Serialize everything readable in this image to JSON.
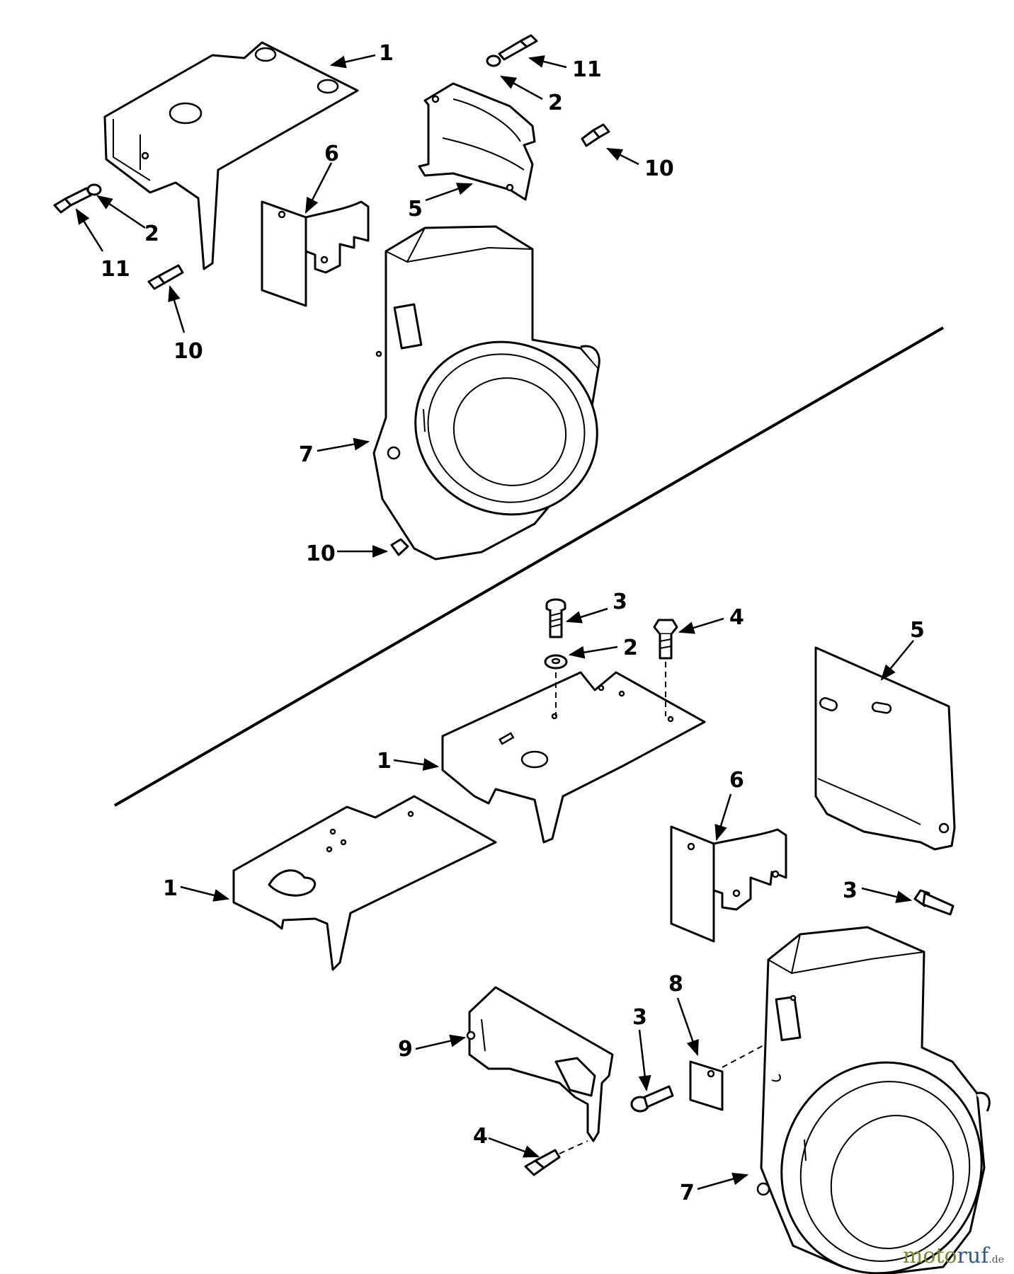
{
  "callouts": {
    "top": {
      "c1": "1",
      "c11a": "11",
      "c2a": "2",
      "c11b": "11",
      "c2b": "2",
      "c6": "6",
      "c10a": "10",
      "c5": "5",
      "c10b": "10",
      "c7": "7",
      "c10c": "10"
    },
    "bottom": {
      "c3a": "3",
      "c2": "2",
      "c4a": "4",
      "c5": "5",
      "c1a": "1",
      "c6": "6",
      "c1b": "1",
      "c3b": "3",
      "c8": "8",
      "c3c": "3",
      "c9": "9",
      "c4b": "4",
      "c7": "7"
    }
  },
  "watermark": {
    "part1": "moto",
    "part2": "ruf",
    "tld": ".de"
  }
}
